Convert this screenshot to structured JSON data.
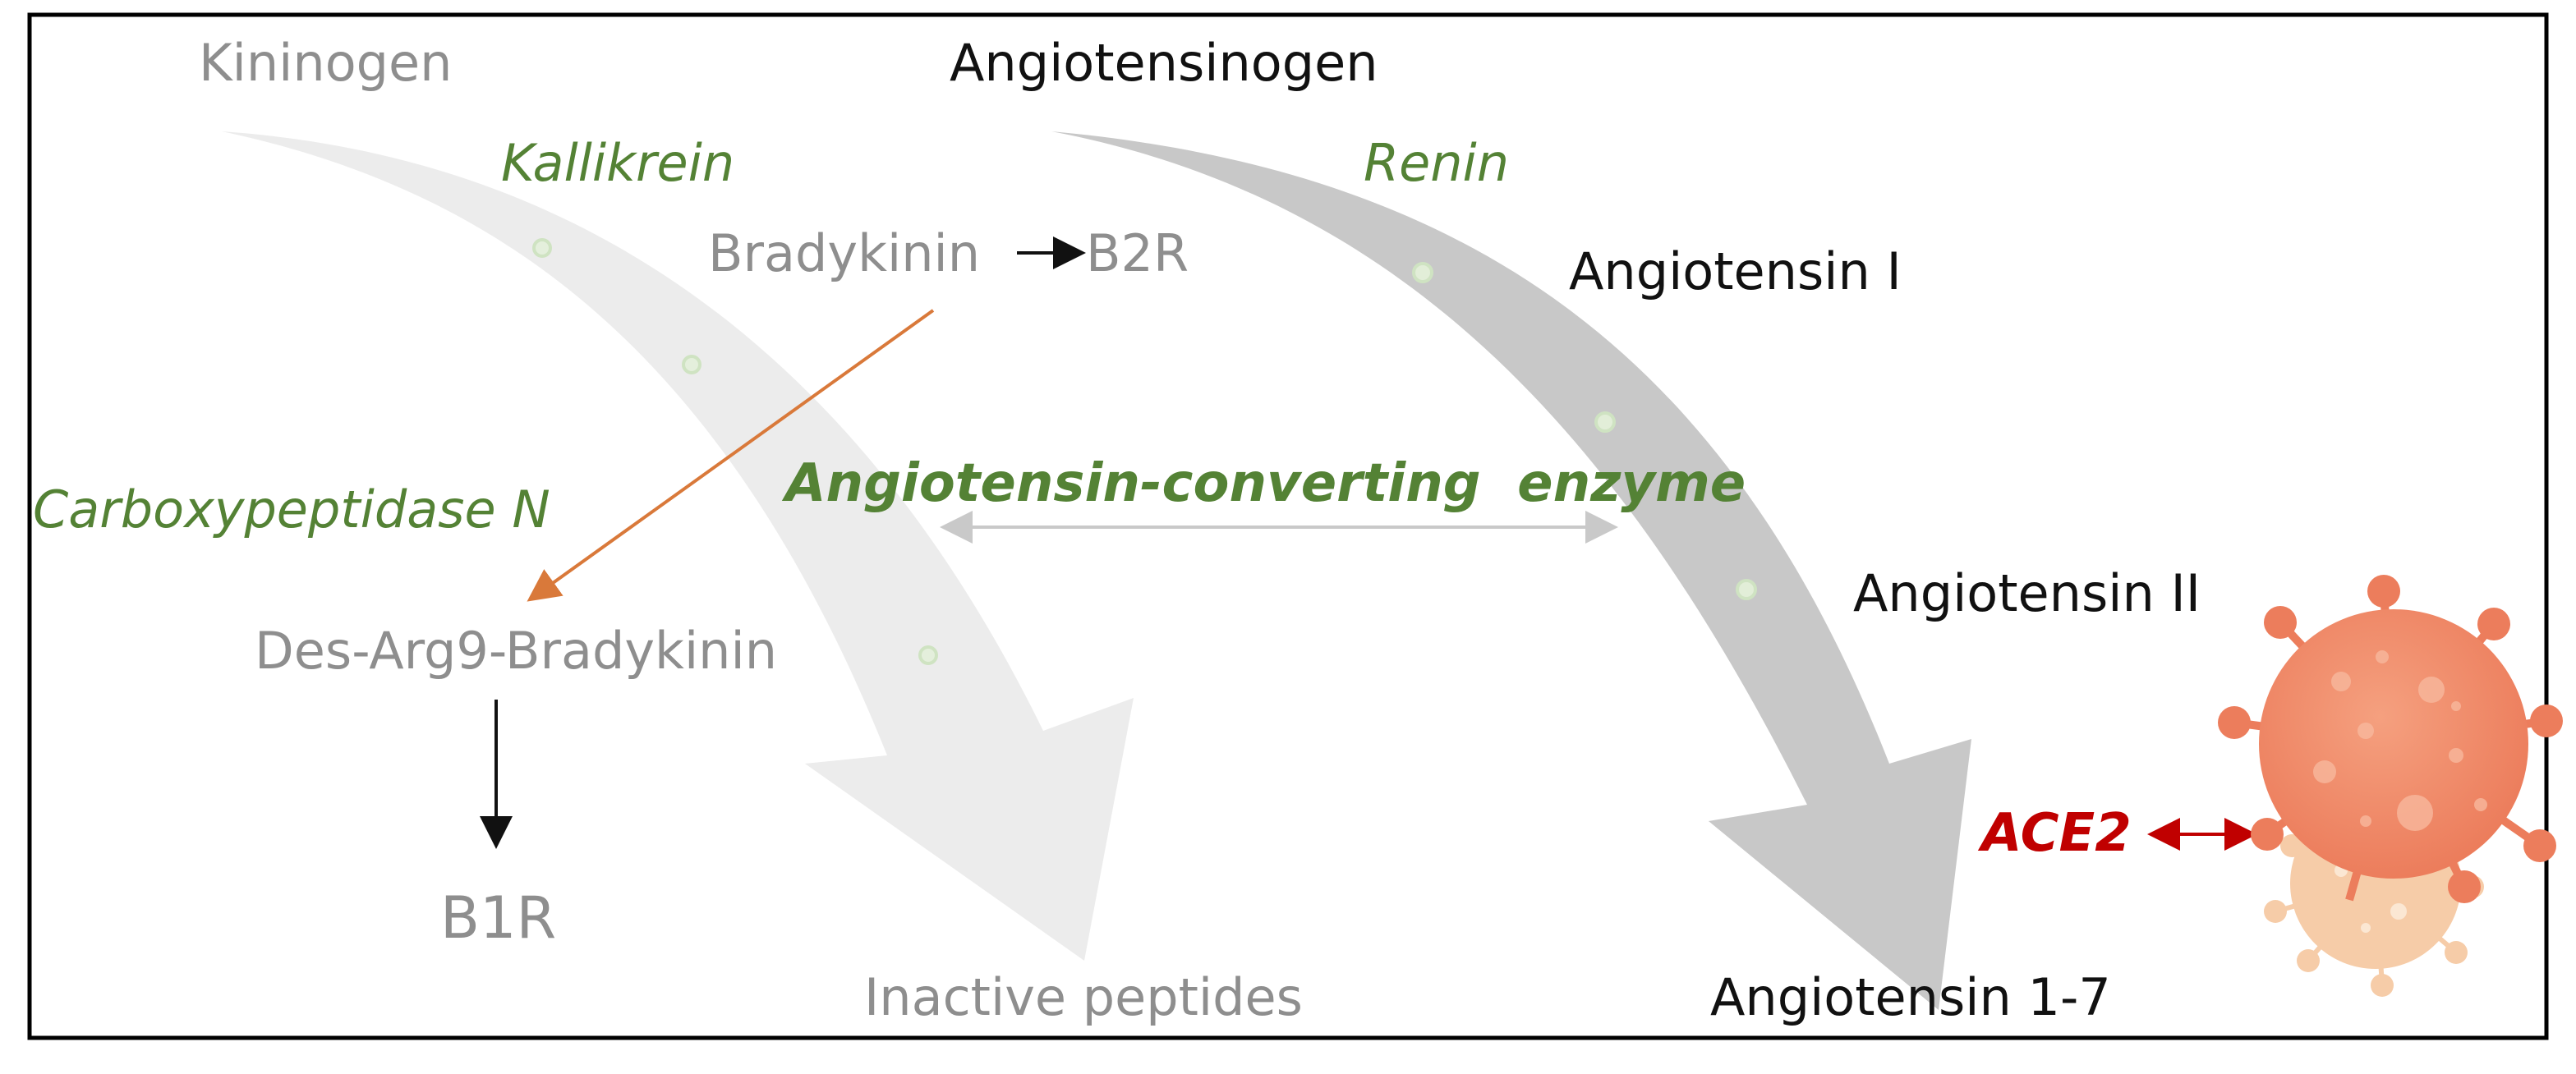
{
  "kinin_pathway": {
    "kininogen": "Kininogen",
    "kallikrein": "Kallikrein",
    "bradykinin": "Bradykinin",
    "b2r": "B2R",
    "carboxypeptidase": "Carboxypeptidase N",
    "des_arg9": "Des-Arg9-Bradykinin",
    "b1r": "B1R",
    "inactive": "Inactive peptides"
  },
  "ras_pathway": {
    "angiotensinogen": "Angiotensinogen",
    "renin": "Renin",
    "angiotensin_1": "Angiotensin I",
    "angiotensin_2": "Angiotensin II",
    "angiotensin_1_7": "Angiotensin 1-7"
  },
  "shared": {
    "ace": "Angiotensin-converting  enzyme",
    "ace2": "ACE2"
  },
  "colors": {
    "enzyme_green": "#548235",
    "ace2_red": "#c00000",
    "virus_orange": "#f08a6a",
    "virus_light": "#f5c49a",
    "arrow_orange": "#d9793a",
    "light_arrow": "#ececec",
    "dark_arrow": "#c8c8c8"
  }
}
